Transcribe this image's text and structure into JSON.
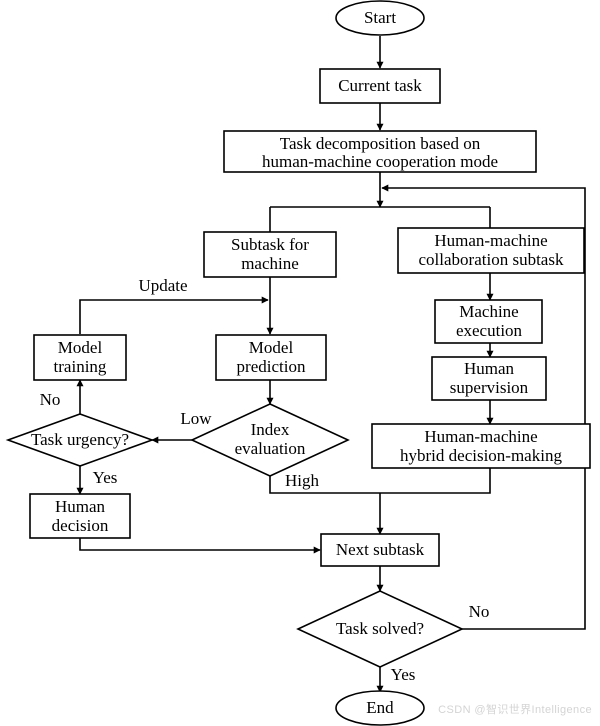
{
  "diagram": {
    "title": "Human-machine cooperation task decomposition flowchart",
    "background_color": "#ffffff",
    "line_color": "#000000",
    "watermark": "CSDN @智识世界Intelligence",
    "watermark_color": "#d4d4d4"
  },
  "nodes": {
    "start": {
      "label": "Start",
      "shape": "ellipse"
    },
    "current_task": {
      "label": "Current task",
      "shape": "rectangle"
    },
    "task_decomposition_line1": {
      "label": "Task decomposition based on",
      "shape": "rectangle"
    },
    "task_decomposition_line2": {
      "label": "human-machine cooperation mode",
      "shape": "rectangle"
    },
    "subtask_machine_line1": {
      "label": "Subtask for",
      "shape": "rectangle"
    },
    "subtask_machine_line2": {
      "label": "machine",
      "shape": "rectangle"
    },
    "collab_subtask_line1": {
      "label": "Human-machine",
      "shape": "rectangle"
    },
    "collab_subtask_line2": {
      "label": "collaboration subtask",
      "shape": "rectangle"
    },
    "machine_execution_line1": {
      "label": "Machine",
      "shape": "rectangle"
    },
    "machine_execution_line2": {
      "label": "execution",
      "shape": "rectangle"
    },
    "human_supervision_line1": {
      "label": "Human",
      "shape": "rectangle"
    },
    "human_supervision_line2": {
      "label": "supervision",
      "shape": "rectangle"
    },
    "hybrid_decision_line1": {
      "label": "Human-machine",
      "shape": "rectangle"
    },
    "hybrid_decision_line2": {
      "label": "hybrid decision-making",
      "shape": "rectangle"
    },
    "model_training_line1": {
      "label": "Model",
      "shape": "rectangle"
    },
    "model_training_line2": {
      "label": "training",
      "shape": "rectangle"
    },
    "model_prediction_line1": {
      "label": "Model",
      "shape": "rectangle"
    },
    "model_prediction_line2": {
      "label": "prediction",
      "shape": "rectangle"
    },
    "task_urgency": {
      "label": "Task urgency?",
      "shape": "diamond"
    },
    "index_evaluation_line1": {
      "label": "Index",
      "shape": "diamond"
    },
    "index_evaluation_line2": {
      "label": "evaluation",
      "shape": "diamond"
    },
    "human_decision_line1": {
      "label": "Human",
      "shape": "rectangle"
    },
    "human_decision_line2": {
      "label": "decision",
      "shape": "rectangle"
    },
    "next_subtask": {
      "label": "Next subtask",
      "shape": "rectangle"
    },
    "task_solved": {
      "label": "Task solved?",
      "shape": "diamond"
    },
    "end": {
      "label": "End",
      "shape": "ellipse"
    }
  },
  "edge_labels": {
    "update": "Update",
    "urgency_no": "No",
    "urgency_yes": "Yes",
    "index_low": "Low",
    "index_high": "High",
    "solved_no": "No",
    "solved_yes": "Yes"
  }
}
